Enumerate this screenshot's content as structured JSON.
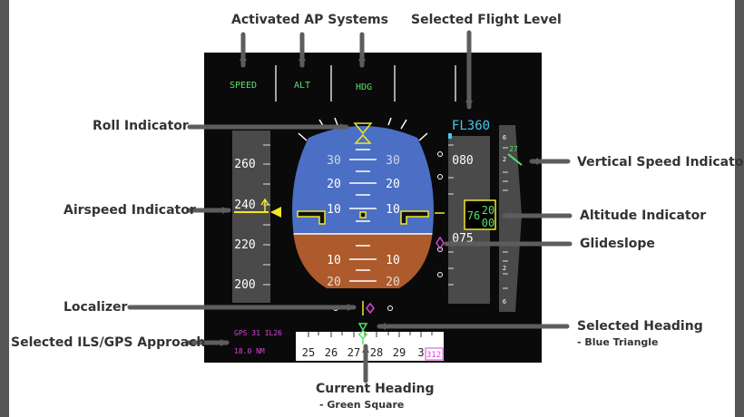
{
  "annotations": {
    "activated_ap_systems": "Activated AP Systems",
    "selected_flight_level": "Selected Flight Level",
    "roll_indicator": "Roll Indicator",
    "vertical_speed_indicator": "Vertical Speed Indicator",
    "airspeed_indicator": "Airspeed Indicator",
    "altitude_indicator": "Altitude Indicator",
    "glideslope": "Glideslope",
    "localizer": "Localizer",
    "selected_heading": "Selected Heading",
    "selected_heading_note": "- Blue Triangle",
    "selected_approach": "Selected ILS/GPS Approach",
    "current_heading": "Current Heading",
    "current_heading_note": "- Green Square"
  },
  "pfd": {
    "ap_modes": [
      "SPEED",
      "ALT",
      "HDG"
    ],
    "selected_flight_level": "FL360",
    "airspeed": {
      "ticks": [
        "260",
        "240",
        "220",
        "200"
      ],
      "current": 240
    },
    "attitude": {
      "pitch_labels_up": [
        "30",
        "20",
        "10"
      ],
      "pitch_labels_down": [
        "10",
        "20"
      ]
    },
    "altitude": {
      "ticks": [
        "080",
        "075"
      ],
      "readout_main": "76",
      "readout_upper": "20",
      "readout_lower": "00"
    },
    "vertical_speed": {
      "ticks_up": [
        "6",
        "2"
      ],
      "ticks_down": [
        "2",
        "6"
      ],
      "selected": "27"
    },
    "approach": {
      "name": "GPS 31 IL26",
      "distance": "18.0 NM"
    },
    "heading": {
      "ticks": [
        "25",
        "26",
        "27",
        "28",
        "29",
        "3"
      ],
      "selected": "312"
    }
  },
  "colors": {
    "sky": "#4b6fc4",
    "ground": "#ad5a2d",
    "mode_green": "#58e06a",
    "magenta": "#d943d9",
    "cyan": "#43c8ee",
    "yellow": "#f2e629",
    "arrow": "#5d5d5d"
  }
}
